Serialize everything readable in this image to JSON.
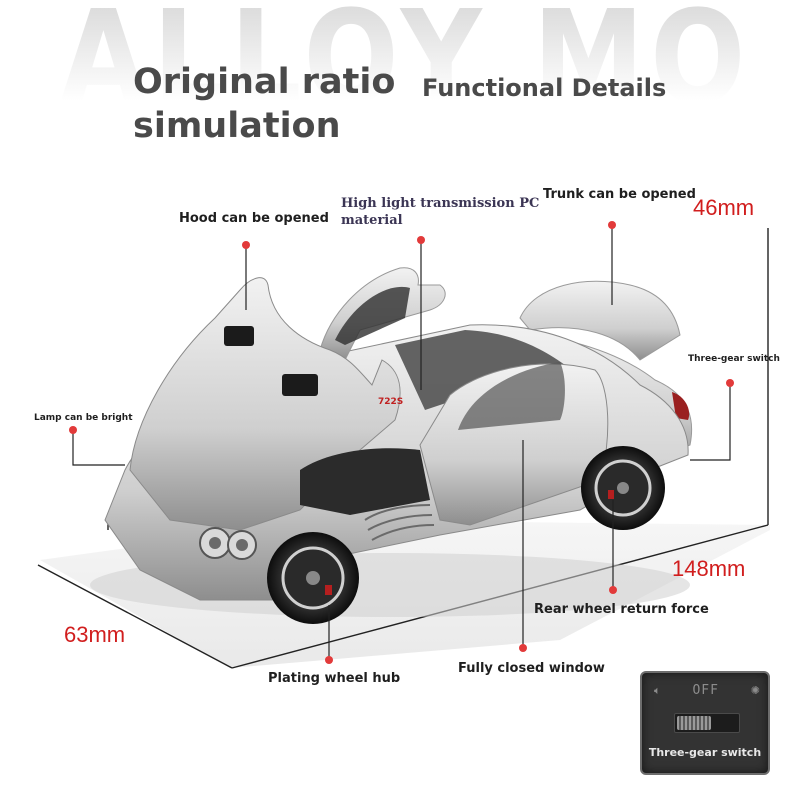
{
  "background_word": "ALLOY MODEL",
  "headline": "Original ratio simulation",
  "subheadline": "Functional Details",
  "callouts": {
    "hood": "Hood can be opened",
    "pc_material": "High light transmission PC material",
    "trunk": "Trunk can be opened",
    "three_gear": "Three-gear switch",
    "lamp": "Lamp can be bright",
    "rear_wheel": "Rear wheel return force",
    "closed_window": "Fully closed window",
    "wheel_hub": "Plating wheel hub"
  },
  "dimensions": {
    "height": "46mm",
    "length": "148mm",
    "width": "63mm"
  },
  "switch_panel": {
    "state_label": "OFF",
    "caption": "Three-gear switch"
  },
  "car_badge": "722S",
  "colors": {
    "dimension_red": "#d11e1e",
    "callout_dot": "#e23a3a",
    "car_body": "#cfcfcf"
  }
}
